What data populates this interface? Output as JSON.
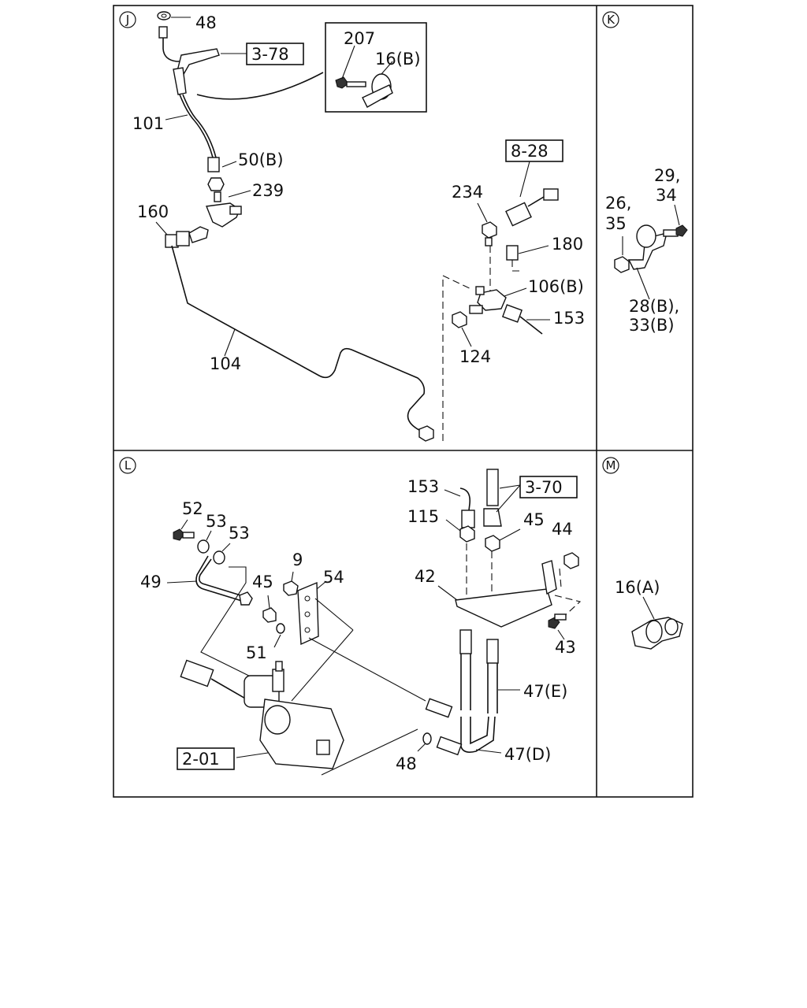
{
  "sections": {
    "j": "J",
    "k": "K",
    "l": "L",
    "m": "M"
  },
  "refs": {
    "r378": "3-78",
    "r828": "8-28",
    "r370": "3-70",
    "r201": "2-01"
  },
  "labels": {
    "j48": "48",
    "j207": "207",
    "j16b": "16(B)",
    "j101": "101",
    "j50b": "50(B)",
    "j239": "239",
    "j160": "160",
    "j234": "234",
    "j180": "180",
    "j106b": "106(B)",
    "j153": "153",
    "j124": "124",
    "j104": "104",
    "k29": "29,",
    "k34": "34",
    "k26": "26,",
    "k35": "35",
    "k28b": "28(B),",
    "k33b": "33(B)",
    "l52": "52",
    "l53a": "53",
    "l53b": "53",
    "l49": "49",
    "l45a": "45",
    "l9": "9",
    "l54": "54",
    "l51": "51",
    "l153": "153",
    "l115": "115",
    "l45b": "45",
    "l44": "44",
    "l42": "42",
    "l43": "43",
    "l47e": "47(E)",
    "l47d": "47(D)",
    "l48": "48",
    "m16a": "16(A)"
  }
}
